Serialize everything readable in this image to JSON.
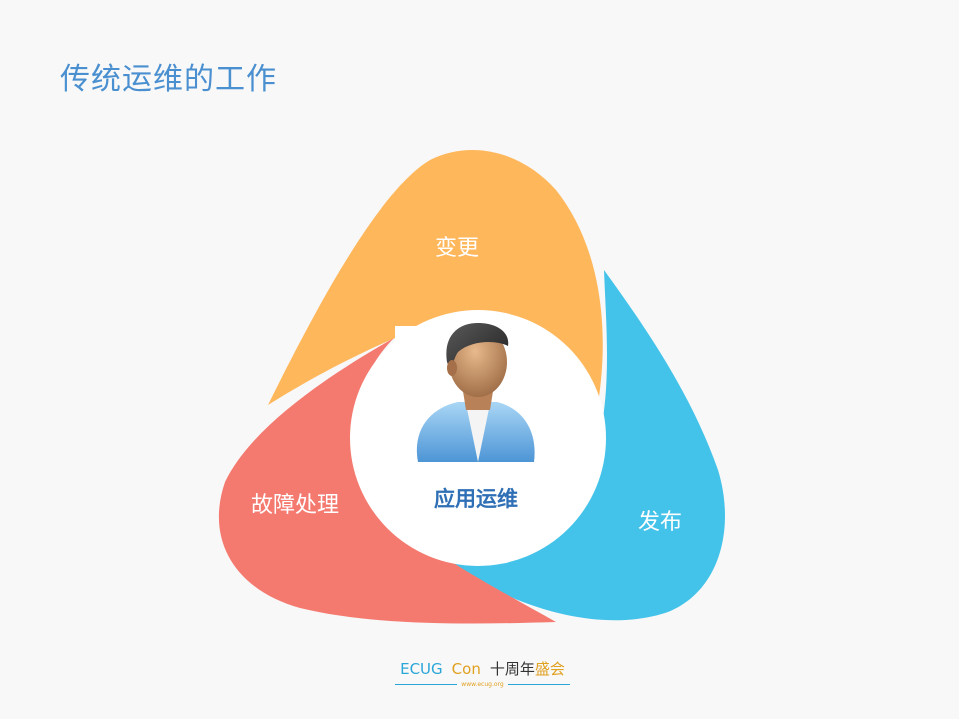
{
  "title": "传统运维的工作",
  "cycle": {
    "segments": [
      {
        "label": "变更",
        "color": "#FFB75C"
      },
      {
        "label": "发布",
        "color": "#44C3EA"
      },
      {
        "label": "故障处理",
        "color": "#F47A70"
      }
    ],
    "center": {
      "label": "应用运维",
      "icon": "person-avatar-icon"
    }
  },
  "footer": {
    "ecug": "ECUG",
    "con": "Con",
    "ten": "十周年",
    "sheng": "盛会",
    "url": "www.ecug.org"
  }
}
